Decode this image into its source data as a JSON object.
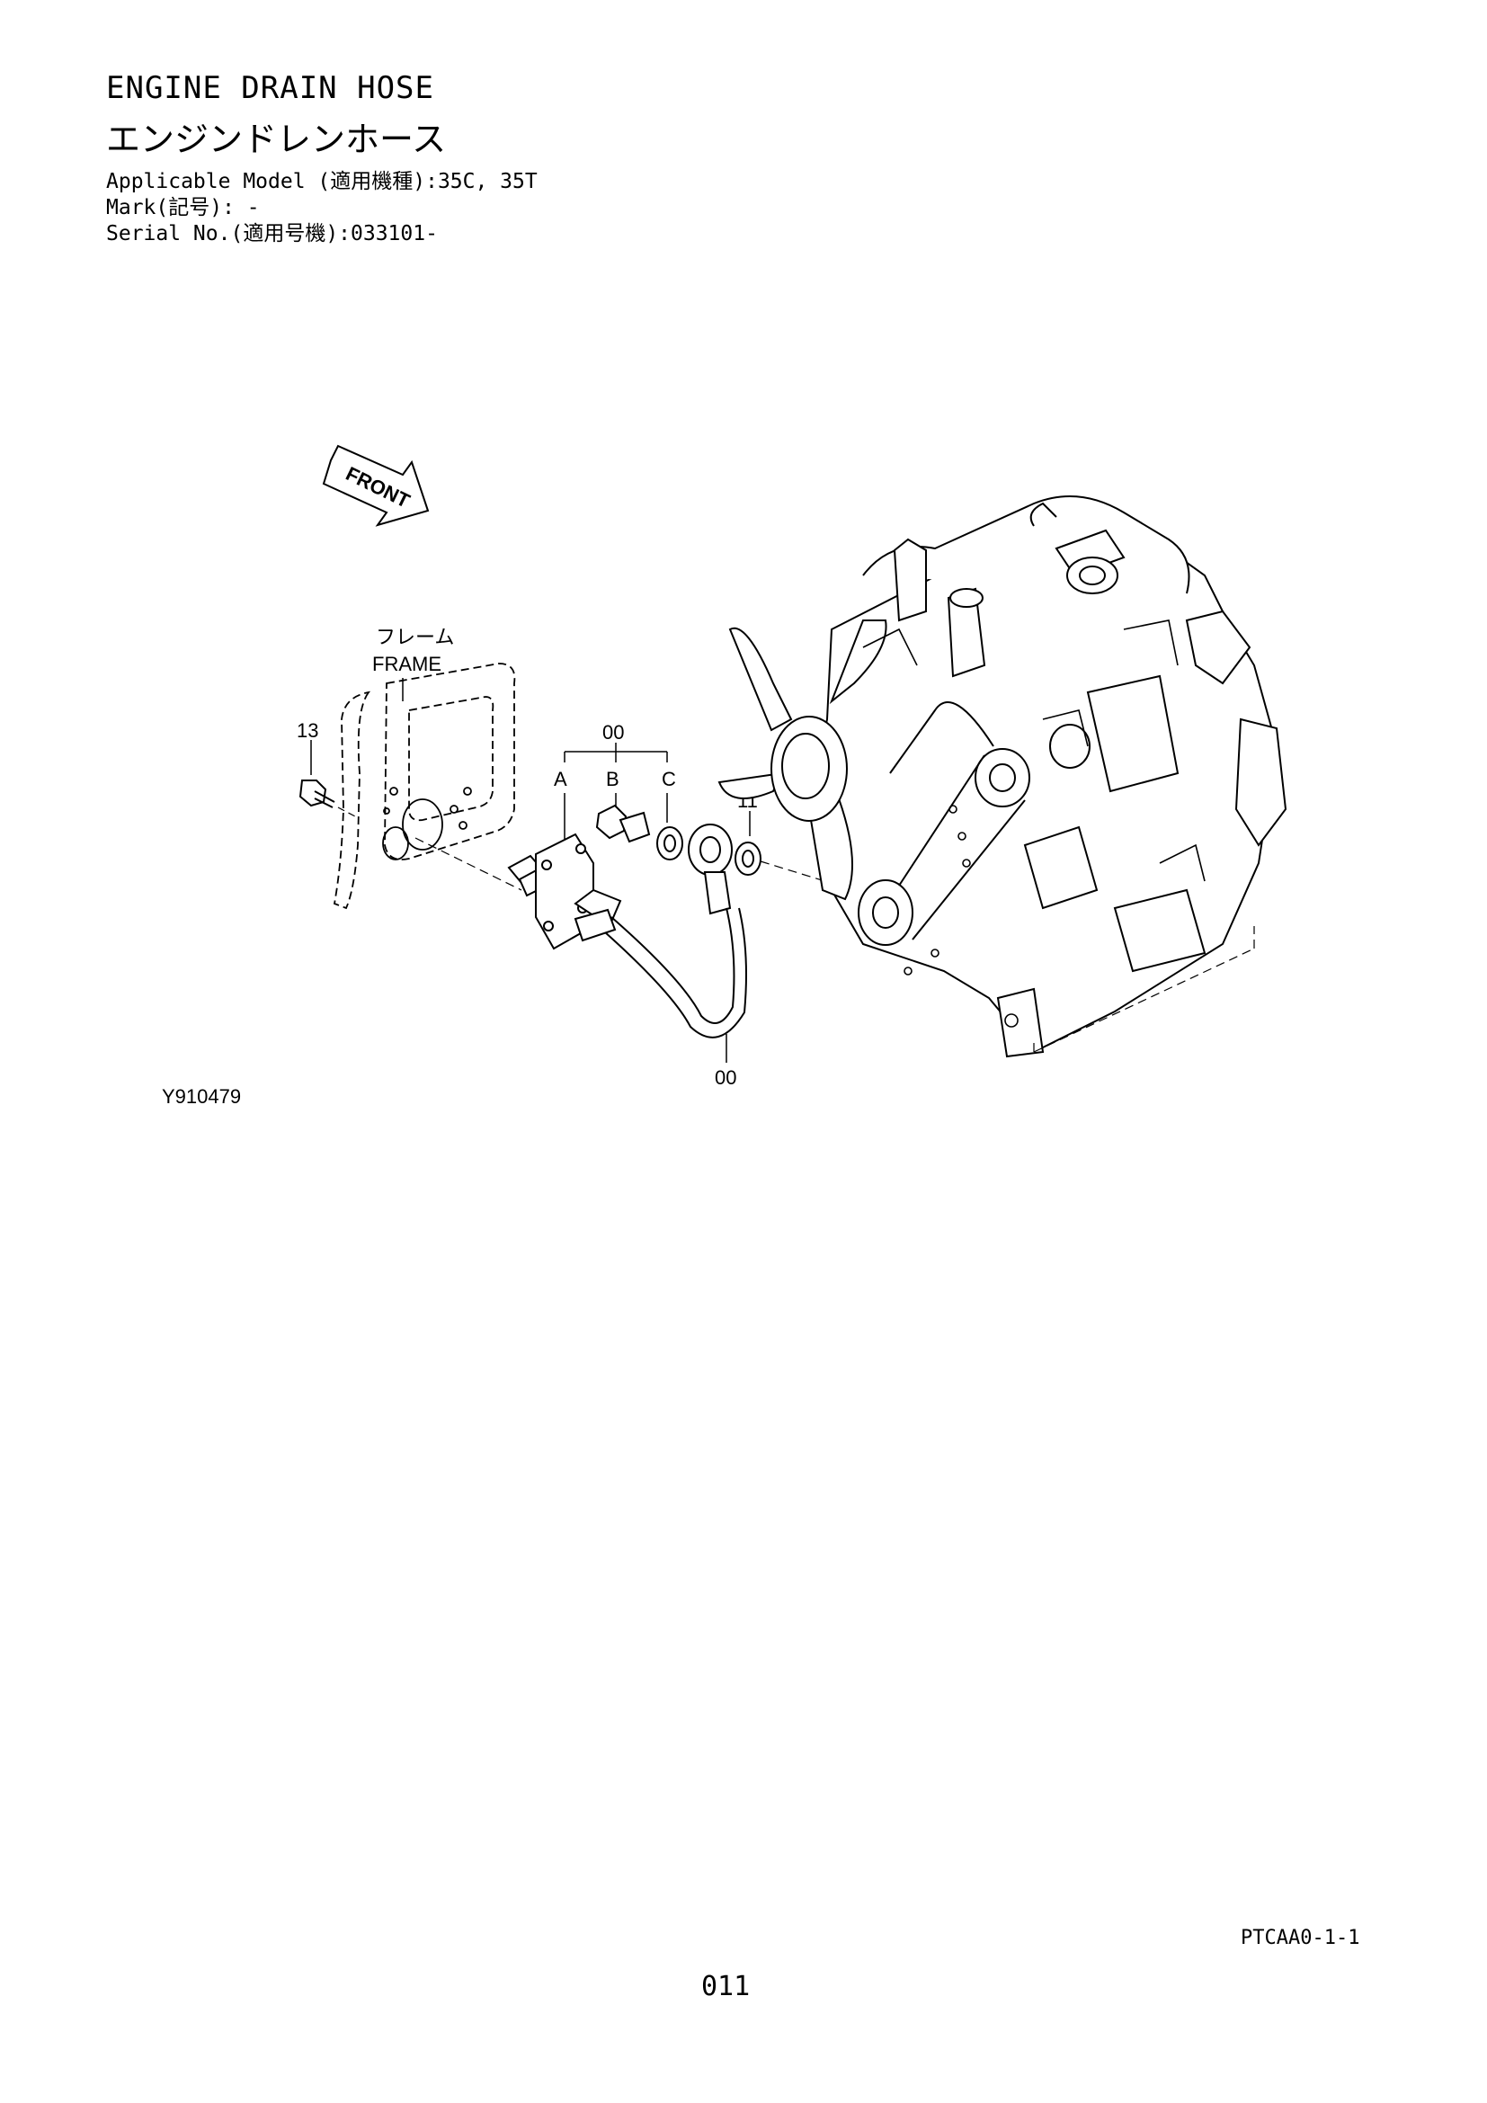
{
  "header": {
    "title_en": "ENGINE DRAIN HOSE",
    "title_jp": "エンジンドレンホース",
    "applicable_model": "Applicable Model (適用機種):35C, 35T",
    "mark": "Mark(記号): -",
    "serial_no": "Serial No.(適用号機):033101-"
  },
  "diagram": {
    "front_label": "FRONT",
    "frame_label_jp": "フレーム",
    "frame_label_en": "FRAME",
    "callouts": {
      "c13": "13",
      "c00_top": "00",
      "cA": "A",
      "cB": "B",
      "cC": "C",
      "c11": "11",
      "c00_bottom": "00"
    }
  },
  "footer": {
    "figure_id": "Y910479",
    "reference": "PTCAA0-1-1",
    "page_number": "011"
  }
}
